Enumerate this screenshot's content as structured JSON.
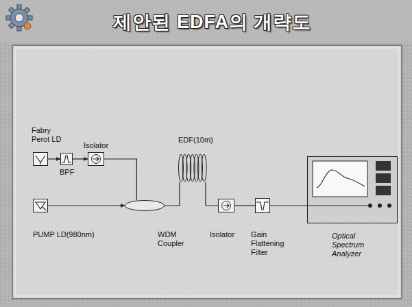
{
  "diagram": {
    "title": "제안된 EDFA의 개략도",
    "nodes": [
      {
        "text": [
          "Fabry Perot LD"
        ]
      },
      {
        "text": [
          "BPF"
        ]
      },
      {
        "text": [
          "Isolator"
        ]
      },
      {
        "text": [
          "PUMP LD(980nm)"
        ]
      },
      {
        "text": [
          "WDM Coupler"
        ]
      },
      {
        "text": [
          "EDF(10m)"
        ]
      },
      {
        "text": [
          "Isolator"
        ]
      },
      {
        "text": [
          "Gain Flattening Filter"
        ]
      },
      {
        "text": [
          "Optical Spectrum Analyzer"
        ]
      }
    ],
    "edges": [
      {
        "from": 0,
        "to": 1,
        "arrow": "to"
      },
      {
        "from": 1,
        "to": 2,
        "arrow": "to"
      },
      {
        "from": 2,
        "to": 4,
        "arrow": "none"
      },
      {
        "from": 3,
        "to": 4,
        "arrow": "to"
      },
      {
        "from": 4,
        "to": 5,
        "arrow": "none"
      },
      {
        "from": 5,
        "to": 6,
        "arrow": "none"
      },
      {
        "from": 6,
        "to": 7,
        "arrow": "none"
      },
      {
        "from": 7,
        "to": 8,
        "arrow": "none"
      }
    ]
  }
}
